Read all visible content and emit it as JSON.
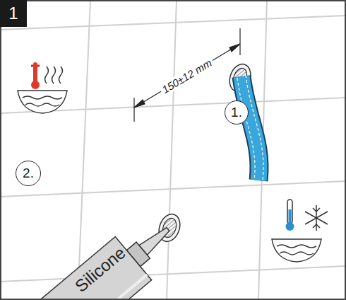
{
  "diagram": {
    "nodes": [
      {
        "text": [
          "1"
        ]
      },
      {
        "text": [
          "1."
        ]
      },
      {
        "text": [
          "2."
        ]
      }
    ],
    "labels": [
      "150±12 mm",
      "Silicone"
    ]
  }
}
